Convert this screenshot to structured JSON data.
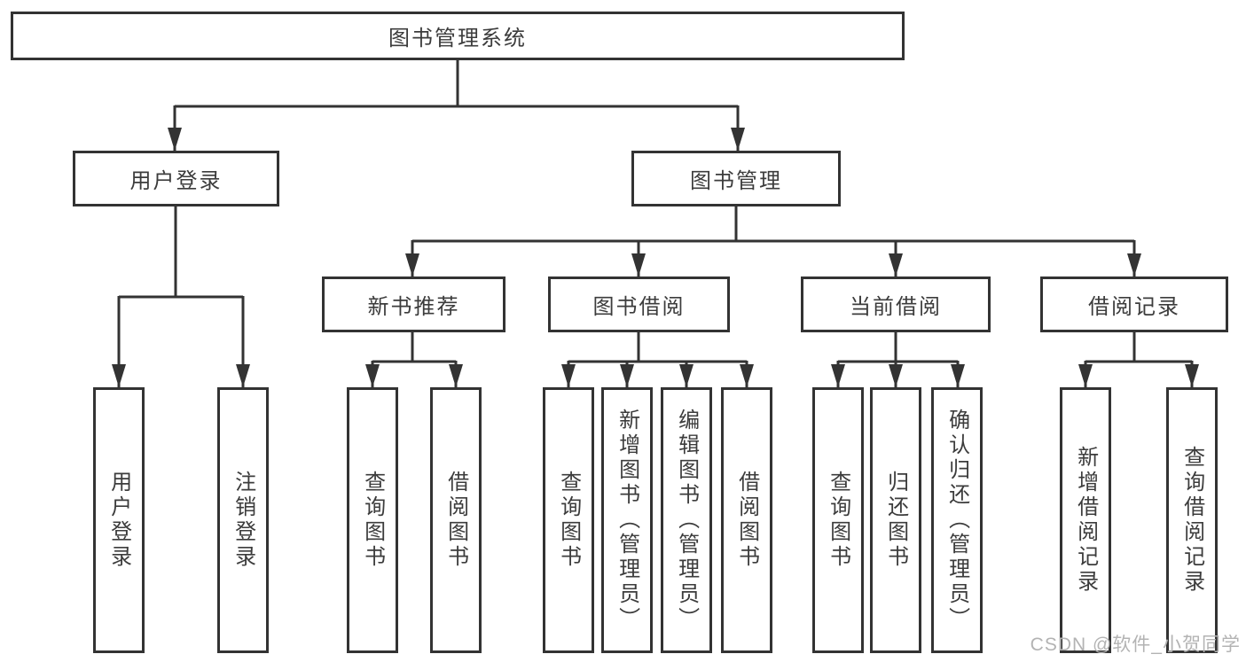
{
  "colors": {
    "line": "#333333",
    "text": "#3c3c3c",
    "background": "#ffffff",
    "watermark": "#b3b3b3"
  },
  "watermark": {
    "text": "CSDN @软件_小贺同学"
  },
  "diagram": {
    "root": {
      "label": "图书管理系统"
    },
    "level2": [
      {
        "label": "用户登录"
      },
      {
        "label": "图书管理"
      }
    ],
    "level3": [
      {
        "label": "新书推荐",
        "parent": "图书管理"
      },
      {
        "label": "图书借阅",
        "parent": "图书管理"
      },
      {
        "label": "当前借阅",
        "parent": "图书管理"
      },
      {
        "label": "借阅记录",
        "parent": "图书管理"
      }
    ],
    "leaves": [
      {
        "label": "用户登录",
        "parent": "用户登录"
      },
      {
        "label": "注销登录",
        "parent": "用户登录"
      },
      {
        "label": "查询图书",
        "parent": "新书推荐"
      },
      {
        "label": "借阅图书",
        "parent": "新书推荐"
      },
      {
        "label": "查询图书",
        "parent": "图书借阅"
      },
      {
        "label": "新增图书（管理员）",
        "parent": "图书借阅"
      },
      {
        "label": "编辑图书（管理员）",
        "parent": "图书借阅"
      },
      {
        "label": "借阅图书",
        "parent": "图书借阅"
      },
      {
        "label": "查询图书",
        "parent": "当前借阅"
      },
      {
        "label": "归还图书",
        "parent": "当前借阅"
      },
      {
        "label": "确认归还（管理员）",
        "parent": "当前借阅"
      },
      {
        "label": "新增借阅记录",
        "parent": "借阅记录"
      },
      {
        "label": "查询借阅记录",
        "parent": "借阅记录"
      }
    ]
  }
}
